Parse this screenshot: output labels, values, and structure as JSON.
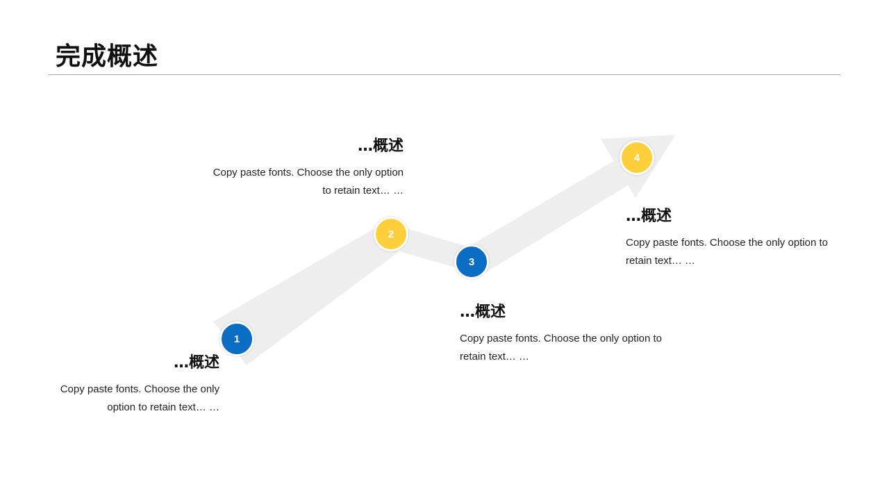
{
  "page": {
    "title": "完成概述"
  },
  "colors": {
    "blue": "#0a6cc2",
    "yellow": "#fdcf3b",
    "arrow": "#eeeeee"
  },
  "steps": [
    {
      "number": "1",
      "heading": "…概述",
      "description": "Copy paste fonts. Choose the only option to retain text… …",
      "color": "blue"
    },
    {
      "number": "2",
      "heading": "…概述",
      "description": "Copy paste fonts. Choose the only option to retain text… …",
      "color": "yellow"
    },
    {
      "number": "3",
      "heading": "…概述",
      "description": "Copy paste fonts. Choose the only option to retain text… …",
      "color": "blue"
    },
    {
      "number": "4",
      "heading": "…概述",
      "description": "Copy paste fonts. Choose the only option to retain text… …",
      "color": "yellow"
    }
  ]
}
